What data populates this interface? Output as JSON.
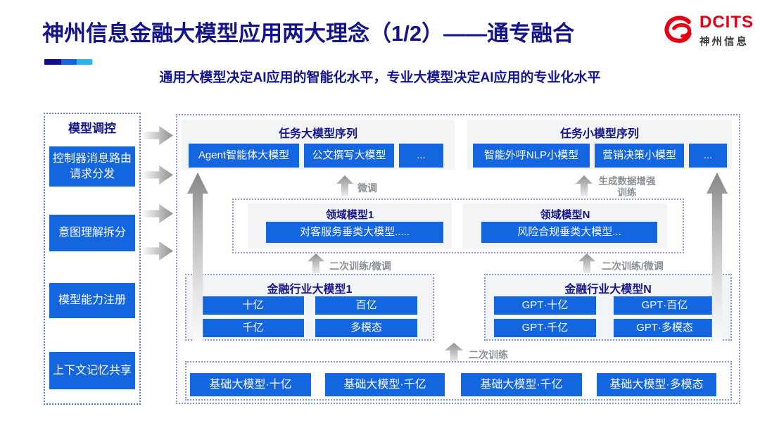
{
  "header": {
    "title": "神州信息金融大模型应用两大理念（1/2）——通专融合",
    "subtitle": "通用大模型决定AI应用的智能化水平，专业大模型决定AI应用的专业化水平",
    "logo": {
      "brand": "DCITS",
      "brand_cn": "神州信息"
    }
  },
  "sidebar": {
    "title": "模型调控",
    "items": [
      "控制器消息路由请求分发",
      "意图理解拆分",
      "模型能力注册",
      "上下文记忆共享"
    ]
  },
  "main": {
    "task_large": {
      "title": "任务大模型序列",
      "items": [
        "Agent智能体大模型",
        "公文撰写大模型",
        "..."
      ]
    },
    "task_small": {
      "title": "任务小模型序列",
      "items": [
        "智能外呼NLP小模型",
        "营销决策小模型",
        "..."
      ]
    },
    "domain_groups": [
      {
        "title": "领域模型1",
        "item": "对客服务垂类大模型....."
      },
      {
        "title": "领域模型N",
        "item": "风险合规垂类大模型..."
      }
    ],
    "industry_groups": [
      {
        "title": "金融行业大模型1",
        "items": [
          "十亿",
          "百亿",
          "千亿",
          "多模态"
        ]
      },
      {
        "title": "金融行业大模型N",
        "items": [
          "GPT·十亿",
          "GPT·百亿",
          "GPT·千亿",
          "GPT·多模态"
        ]
      }
    ],
    "base_models": [
      "基础大模型·十亿",
      "基础大模型·千亿",
      "基础大模型·千亿",
      "基础大模型·多模态"
    ],
    "arrow_labels": {
      "fine_tune": "微调",
      "gen_data_training": "生成数据增强训练",
      "retrain_finetune_left": "二次训练/微调",
      "retrain_finetune_right": "二次训练/微调",
      "retrain": "二次训练"
    }
  },
  "colors": {
    "chip_blue": "#1465e0",
    "navy_text": "#14148a",
    "logo_red": "#e60012",
    "arrow_label_gray": "#8a8f96",
    "accent_bar": [
      "#0f0f8f",
      "#1565dd",
      "#2ab5e8"
    ]
  }
}
